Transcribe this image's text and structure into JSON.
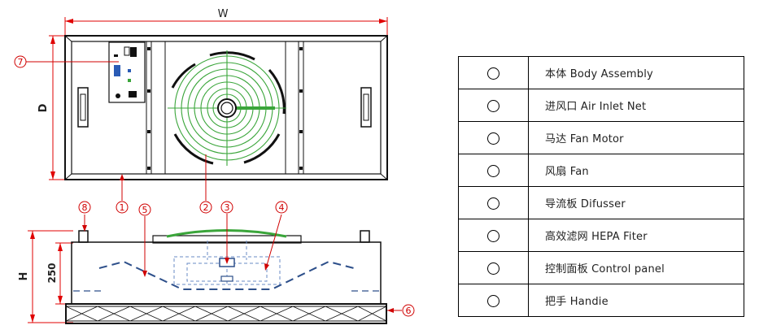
{
  "dimensions": {
    "width": "W",
    "depth": "D",
    "height": "H",
    "height_value": "250"
  },
  "callouts": [
    "1",
    "2",
    "3",
    "4",
    "5",
    "6",
    "7",
    "8"
  ],
  "legend": [
    {
      "marker": "circle",
      "text": "本体 Body Assembly"
    },
    {
      "marker": "circle",
      "text": "进风口 Air Inlet Net"
    },
    {
      "marker": "circle",
      "text": "马达 Fan Motor"
    },
    {
      "marker": "circle",
      "text": "风扇 Fan"
    },
    {
      "marker": "circle",
      "text": "导流板 Difusser"
    },
    {
      "marker": "circle",
      "text": "高效滤网 HEPA Fiter"
    },
    {
      "marker": "circle",
      "text": "控制面板 Control panel"
    },
    {
      "marker": "circle",
      "text": "把手 Handie"
    }
  ],
  "colors": {
    "dimension": "#e00000",
    "callout": "#d00000",
    "fan": "#3aa53a",
    "diffuser": "#2d4f8a",
    "outline": "#111111"
  }
}
